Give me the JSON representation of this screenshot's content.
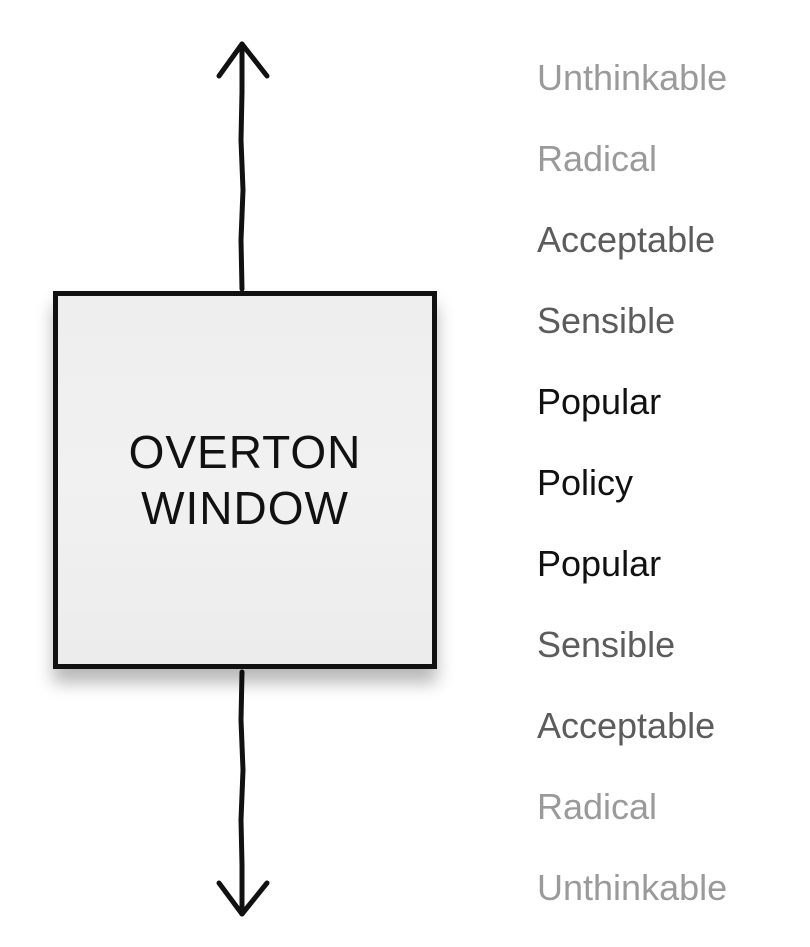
{
  "window_box": {
    "line1": "OVERTON",
    "line2": "WINDOW"
  },
  "scale": [
    {
      "label": "Unthinkable",
      "color": "#9a9a9a"
    },
    {
      "label": "Radical",
      "color": "#9a9a9a"
    },
    {
      "label": "Acceptable",
      "color": "#5c5c5c"
    },
    {
      "label": "Sensible",
      "color": "#5c5c5c"
    },
    {
      "label": "Popular",
      "color": "#111111"
    },
    {
      "label": "Policy",
      "color": "#111111"
    },
    {
      "label": "Popular",
      "color": "#111111"
    },
    {
      "label": "Sensible",
      "color": "#5c5c5c"
    },
    {
      "label": "Acceptable",
      "color": "#5c5c5c"
    },
    {
      "label": "Radical",
      "color": "#9a9a9a"
    },
    {
      "label": "Unthinkable",
      "color": "#9a9a9a"
    }
  ]
}
